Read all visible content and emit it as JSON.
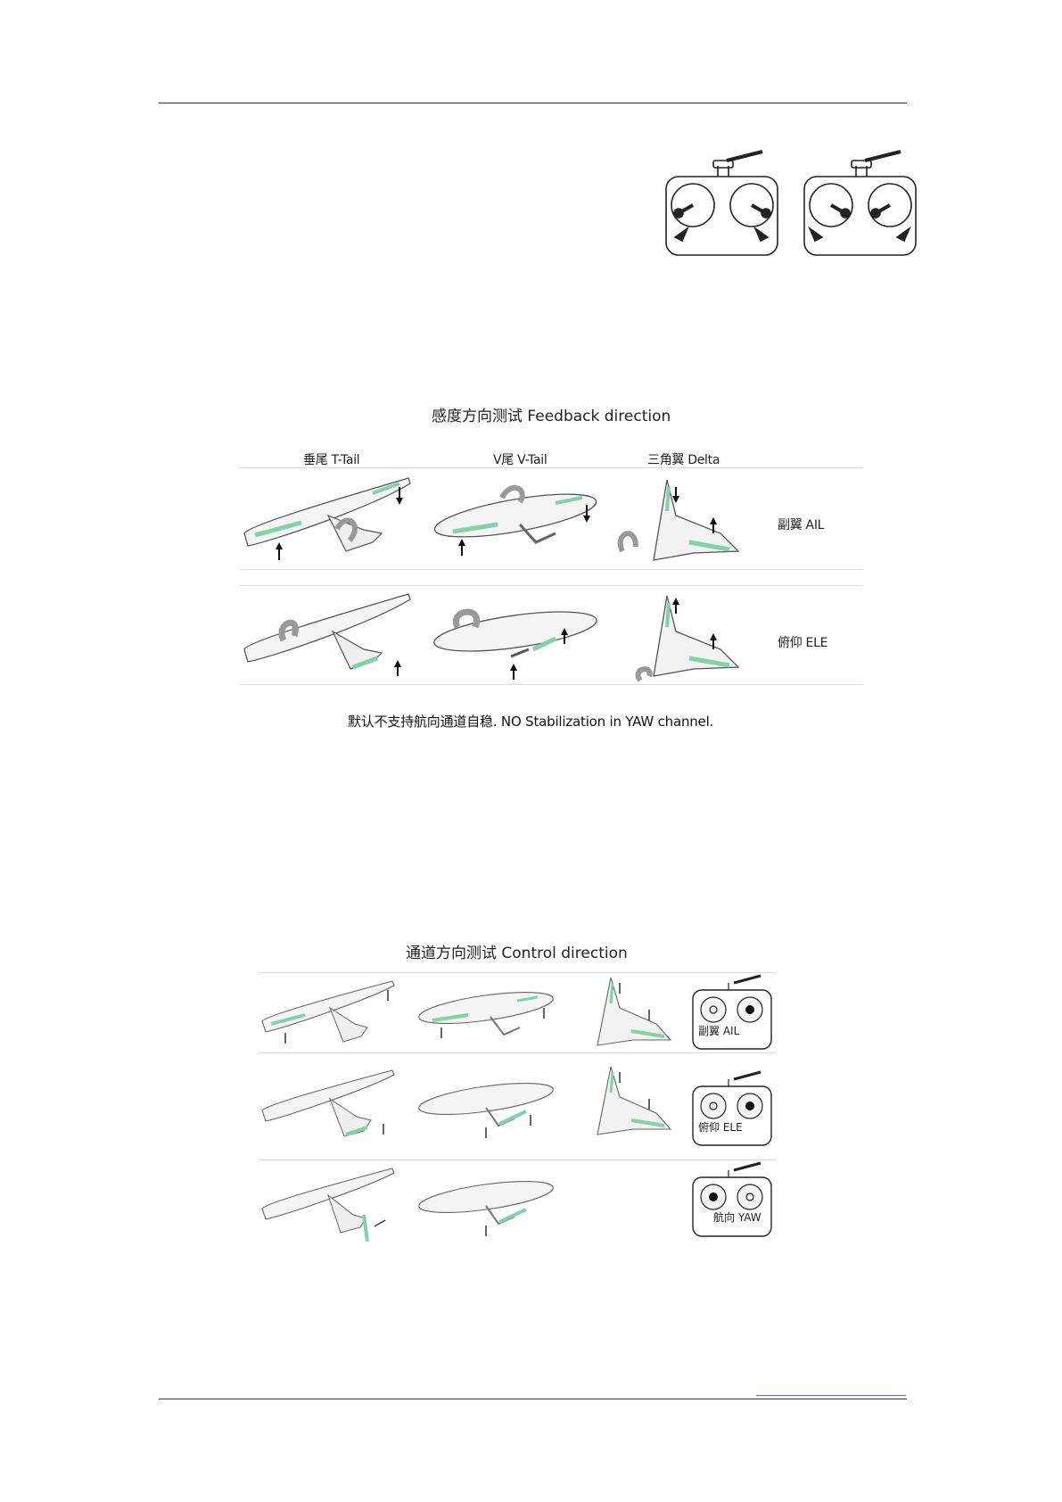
{
  "feedback": {
    "title": "感度方向测试  Feedback direction",
    "columns": [
      "垂尾 T-Tail",
      "V尾 V-Tail",
      "三角翼 Delta"
    ],
    "rows": [
      "副翼 AIL",
      "俯仰 ELE"
    ],
    "note": "默认不支持航向通道自稳. NO Stabilization in YAW channel."
  },
  "control": {
    "title": "通道方向测试  Control direction",
    "rows": [
      "副翼 AIL",
      "俯仰 ELE",
      "航向 YAW"
    ]
  },
  "colors": {
    "surface_green": "#7fd3a6",
    "rule": "#333333",
    "grid": "#dcdcdc",
    "link": "#3d6fd6"
  }
}
